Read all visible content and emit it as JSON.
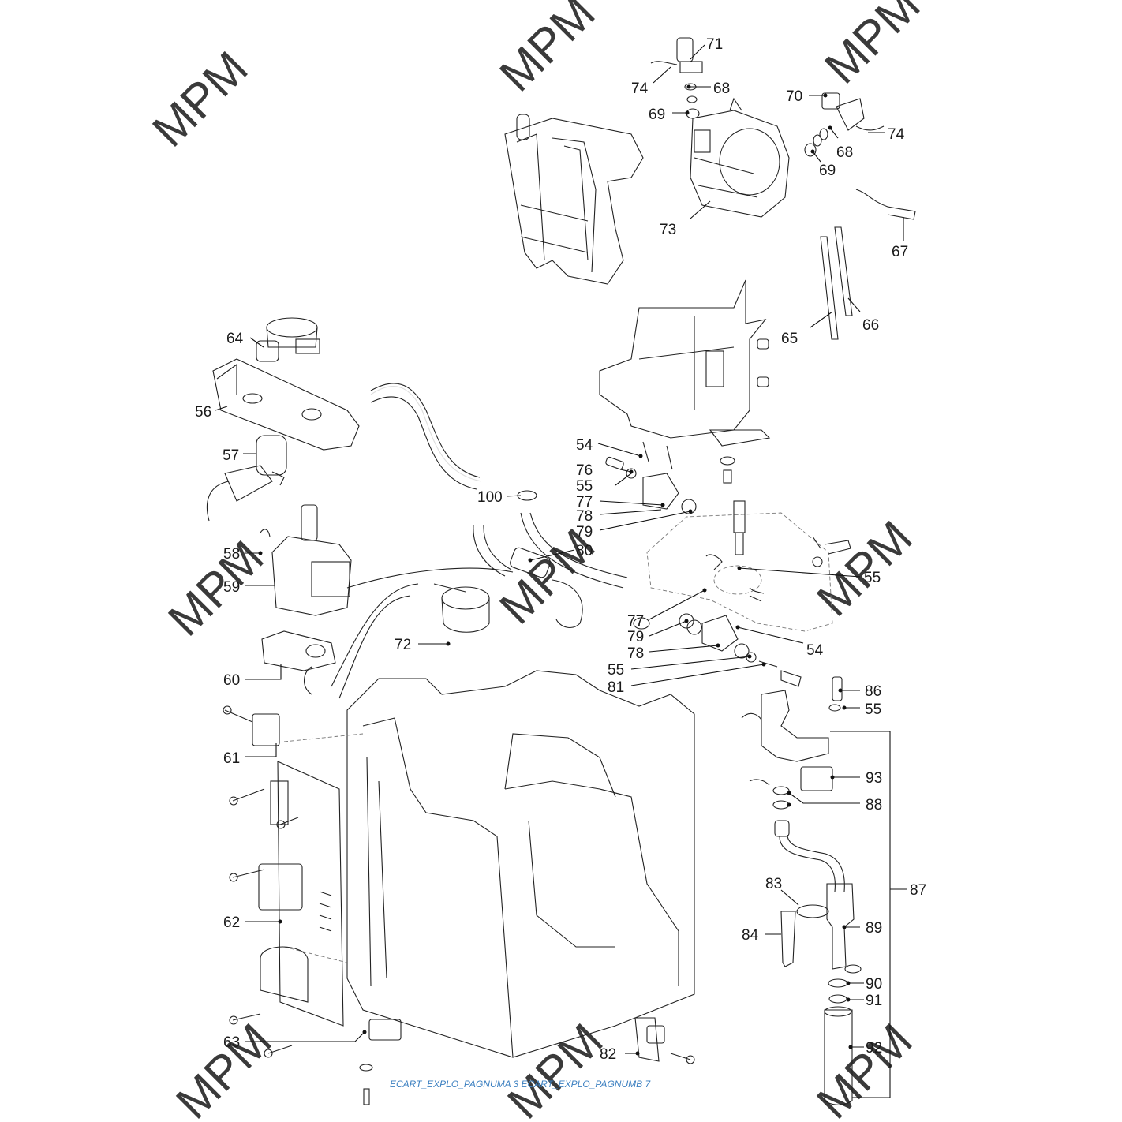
{
  "watermark": "MPM",
  "caption": "ECART_EXPLO_PAGNUMA 3 ECART_EXPLO_PAGNUMB 7",
  "colors": {
    "line": "#222222",
    "label": "#1a1a1a",
    "caption": "#3b7fc0",
    "watermark": "#3a3a3a"
  },
  "labels": {
    "l71": "71",
    "l74a": "74",
    "l68a": "68",
    "l69a": "69",
    "l70": "70",
    "l74b": "74",
    "l68b": "68",
    "l69b": "69",
    "l73": "73",
    "l67": "67",
    "l65": "65",
    "l66": "66",
    "l64": "64",
    "l56": "56",
    "l57": "57",
    "l54a": "54",
    "l76": "76",
    "l55a": "55",
    "l77a": "77",
    "l78a": "78",
    "l79a": "79",
    "l100": "100",
    "l80": "80",
    "l58": "58",
    "l59": "59",
    "l55b": "55",
    "l72": "72",
    "l77b": "77",
    "l79b": "79",
    "l78b": "78",
    "l54b": "54",
    "l55c": "55",
    "l81": "81",
    "l60": "60",
    "l86": "86",
    "l55d": "55",
    "l61": "61",
    "l93": "93",
    "l88": "88",
    "l83": "83",
    "l87": "87",
    "l62": "62",
    "l89": "89",
    "l84": "84",
    "l90": "90",
    "l91": "91",
    "l63": "63",
    "l82": "82",
    "l92": "92"
  }
}
